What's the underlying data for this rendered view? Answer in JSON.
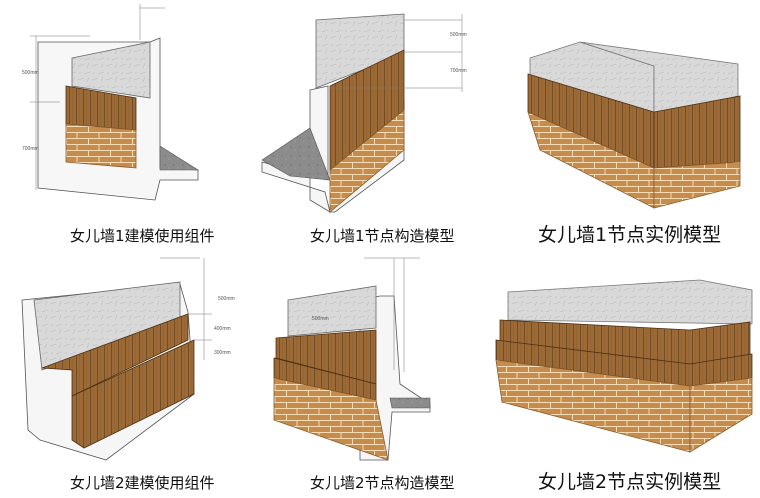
{
  "captions": {
    "p1": "女儿墙1建模使用组件",
    "p2": "女儿墙1节点构造模型",
    "p3": "女儿墙1节点实例模型",
    "p4": "女儿墙2建模使用组件",
    "p5": "女儿墙2节点构造模型",
    "p6": "女儿墙2节点实例模型"
  },
  "dims": {
    "d500": "500mm",
    "d700": "700mm",
    "d400": "400mm",
    "d300": "300mm"
  },
  "colors": {
    "stone": "#d8d8d8",
    "wood": "#9a6a36",
    "brick": "#c28a4c",
    "mortar": "#f0d7b0",
    "concrete": "#f6f6f6",
    "paving": "#8a8a8a"
  }
}
